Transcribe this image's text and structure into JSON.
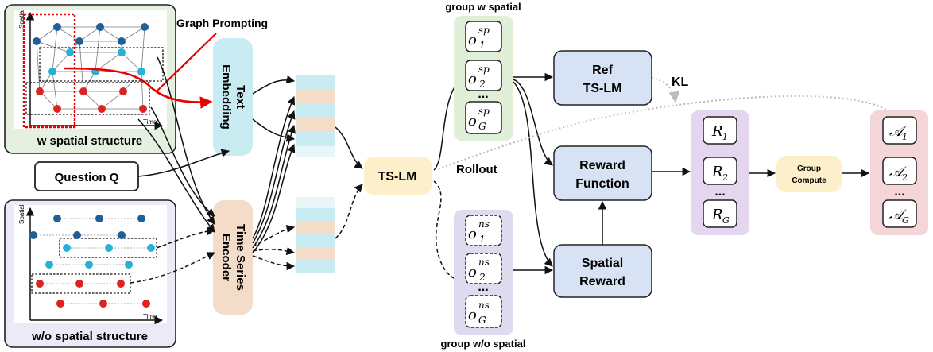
{
  "labels": {
    "graph_prompting": "Graph Prompting",
    "w_spatial_structure": "w spatial structure",
    "wo_spatial_structure": "w/o spatial structure",
    "spatial_axis": "Spatial",
    "time_axis": "Time",
    "question": "Question Q",
    "text_embedding_1": "Text",
    "text_embedding_2": "Embedding",
    "ts_encoder_1": "Time Series",
    "ts_encoder_2": "Encoder",
    "ts_lm": "TS-LM",
    "rollout": "Rollout",
    "group_w_spatial": "group w spatial",
    "group_wo_spatial": "group w/o spatial",
    "ref_tslm_1": "Ref",
    "ref_tslm_2": "TS-LM",
    "kl": "KL",
    "reward_function_1": "Reward",
    "reward_function_2": "Function",
    "spatial_reward_1": "Spatial",
    "spatial_reward_2": "Reward",
    "group_compute_1": "Group",
    "group_compute_2": "Compute",
    "dots": "...",
    "o_base": "o",
    "sp_sup": "sp",
    "ns_sup": "ns",
    "sub_1": "1",
    "sub_2": "2",
    "sub_G": "G",
    "R_base": "R",
    "A_base": "𝒜"
  },
  "colors": {
    "graph_panel_bg": "#e6f0e0",
    "nograph_panel_bg": "#eceaf6",
    "text_embedding_bg": "#c8ecf2",
    "ts_encoder_bg": "#f3dcc8",
    "ts_lm_bg": "#fdefc9",
    "group_w_bg": "#e0f0d8",
    "group_wo_bg": "#dcdcee",
    "module_bg": "#d8e2f5",
    "rewards_bg": "#e4d6ee",
    "group_compute_bg": "#fdefc9",
    "advantages_bg": "#f5d6d8",
    "node_dark_blue": "#1f5f99",
    "node_light_blue": "#2ab0d8",
    "node_red": "#dd2222",
    "accent_red": "#e60000"
  }
}
